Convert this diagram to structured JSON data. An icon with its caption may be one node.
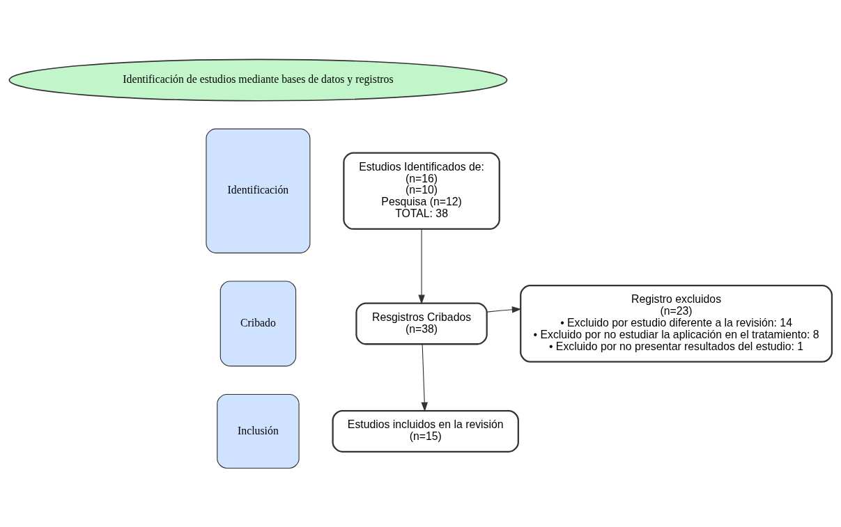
{
  "diagram": {
    "nodes": [
      {
        "text": [
          "Identificación de estudios mediante bases de datos y registros"
        ]
      },
      {
        "text": [
          "Identificación"
        ]
      },
      {
        "text": [
          "Estudios Identificados de:",
          "(n=16)",
          "(n=10)",
          "Pesquisa (n=12)",
          "TOTAL: 38"
        ]
      },
      {
        "text": [
          "Cribado"
        ]
      },
      {
        "text": [
          "Resgistros Cribados",
          "(n=38)"
        ]
      },
      {
        "text": [
          "Registro excluidos",
          "(n=23)",
          "• Excluido por estudio diferente a la revisión: 14",
          "• Excluido por no estudiar la aplicación en el tratamiento: 8",
          "• Excluido por no presentar resultados del estudio: 1"
        ]
      },
      {
        "text": [
          "Inclusión"
        ]
      },
      {
        "text": [
          "Estudios incluidos en la revisión",
          "(n=15)"
        ]
      }
    ],
    "edges": [
      {
        "from": 2,
        "to": 4,
        "arrow": "to"
      },
      {
        "from": 4,
        "to": 5,
        "arrow": "to"
      },
      {
        "from": 4,
        "to": 7,
        "arrow": "to"
      }
    ]
  }
}
